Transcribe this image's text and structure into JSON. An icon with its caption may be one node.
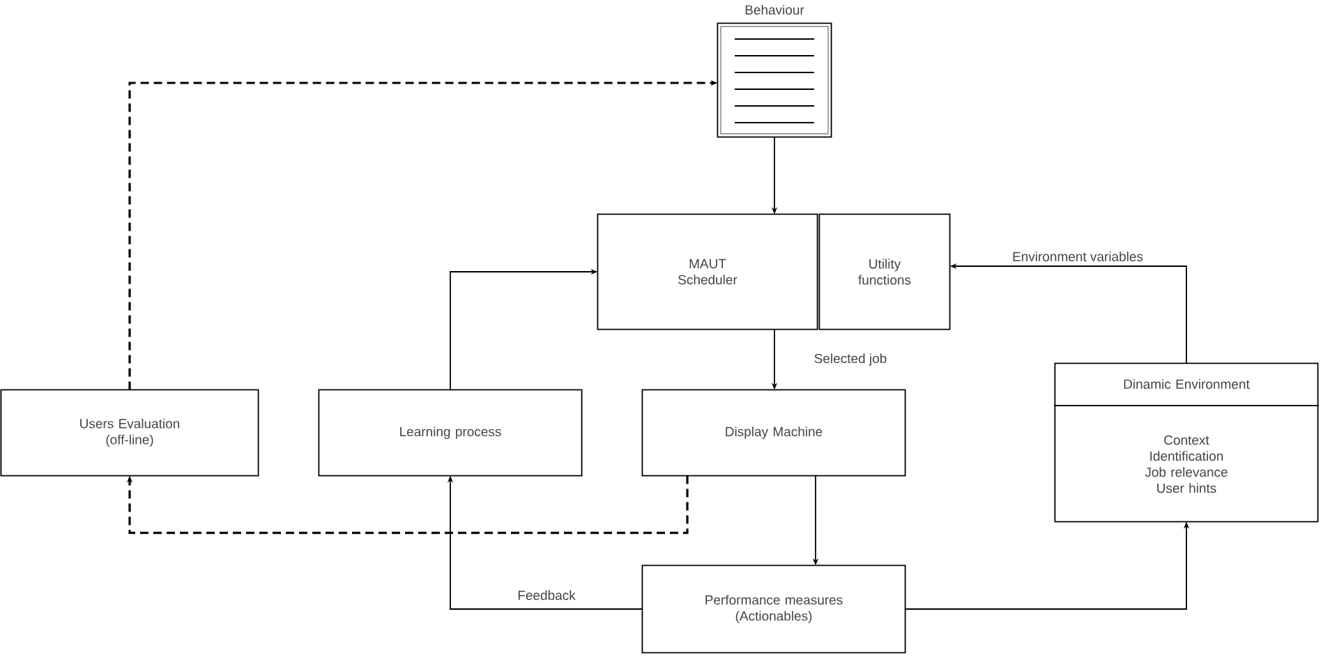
{
  "diagram": {
    "nodes": [
      {
        "text": [
          "Behaviour"
        ]
      },
      {
        "text": [
          "MAUT Scheduler"
        ]
      },
      {
        "text": [
          "Utility functions"
        ]
      },
      {
        "text": [
          "Users Evaluation (off-line)"
        ]
      },
      {
        "text": [
          "Learning process"
        ]
      },
      {
        "text": [
          "Display Machine"
        ]
      },
      {
        "text": [
          "Dinamic Environment",
          "Context Identification Job relevance User hints"
        ]
      },
      {
        "text": [
          "Performance measures (Actionables)"
        ]
      }
    ],
    "edges": [
      {
        "from": 0,
        "to": 1,
        "arrow": "to"
      },
      {
        "from": 1,
        "to": 5,
        "arrow": "to",
        "label": "Selected job"
      },
      {
        "from": 4,
        "to": 1,
        "arrow": "to"
      },
      {
        "from": 6,
        "to": 2,
        "arrow": "to",
        "label": "Environment variables"
      },
      {
        "from": 5,
        "to": 7,
        "arrow": "to"
      },
      {
        "from": 7,
        "to": 4,
        "arrow": "to",
        "label": "Feedback"
      },
      {
        "from": 7,
        "to": 6,
        "arrow": "to"
      },
      {
        "from": 3,
        "to": 0,
        "arrow": "to",
        "style": "dashed"
      },
      {
        "from": 5,
        "to": 3,
        "arrow": "to",
        "style": "dashed"
      }
    ]
  }
}
